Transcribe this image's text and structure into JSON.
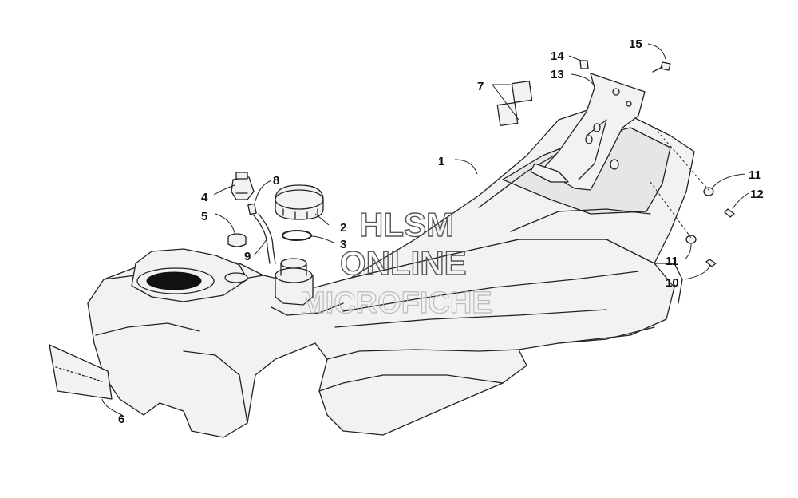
{
  "watermark": {
    "line1": "HLSM",
    "line2": "ONLINE",
    "line3": "MICROFICHE"
  },
  "callouts": [
    {
      "id": "1",
      "label": "1"
    },
    {
      "id": "2",
      "label": "2"
    },
    {
      "id": "3",
      "label": "3"
    },
    {
      "id": "4",
      "label": "4"
    },
    {
      "id": "5",
      "label": "5"
    },
    {
      "id": "6",
      "label": "6"
    },
    {
      "id": "7",
      "label": "7"
    },
    {
      "id": "8",
      "label": "8"
    },
    {
      "id": "9",
      "label": "9"
    },
    {
      "id": "10",
      "label": "10"
    },
    {
      "id": "11a",
      "label": "11"
    },
    {
      "id": "11b",
      "label": "11"
    },
    {
      "id": "12",
      "label": "12"
    },
    {
      "id": "13",
      "label": "13"
    },
    {
      "id": "14",
      "label": "14"
    },
    {
      "id": "15",
      "label": "15"
    }
  ]
}
